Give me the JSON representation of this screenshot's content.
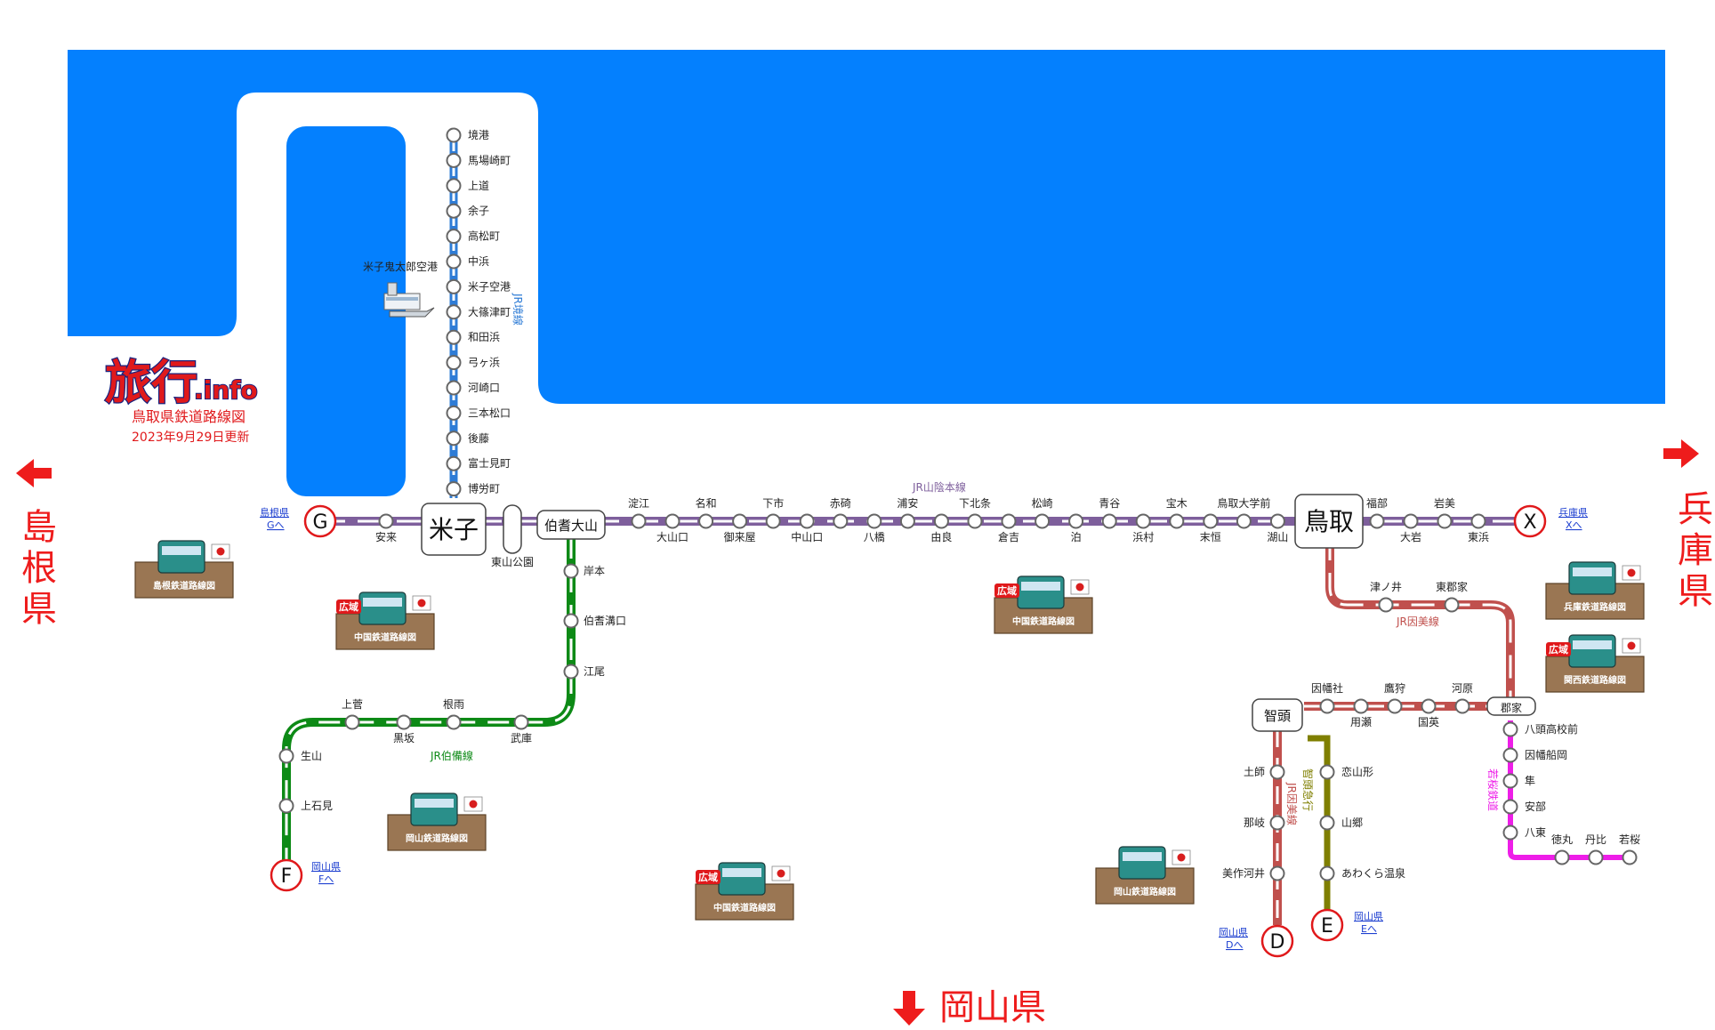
{
  "logo": {
    "main": "旅行",
    "suffix": ".info",
    "subtitle": "鳥取県鉄道路線図",
    "updated": "2023年9月29日更新"
  },
  "prefectures": {
    "west": "島根県",
    "east": "兵庫県",
    "south": "岡山県"
  },
  "lines": {
    "sanin": {
      "name": "JR山陰本線",
      "color": "#7e5f9c"
    },
    "sakai": {
      "name": "JR境線",
      "color": "#2e7cd6"
    },
    "hakubi": {
      "name": "JR伯備線",
      "color": "#0d8a16"
    },
    "inbi": {
      "name": "JR因美線",
      "color": "#c0504d"
    },
    "chizu": {
      "name": "智頭急行",
      "color": "#7f7f00"
    },
    "wakasa": {
      "name": "若桜鉄道",
      "color": "#ee1ee8"
    }
  },
  "big_stations": {
    "yonago": "米子",
    "tottori": "鳥取",
    "hokidaisen": "伯耆大山",
    "chizu": "智頭",
    "koge": "郡家"
  },
  "airport": "米子鬼太郎空港",
  "stations": {
    "sakai": [
      "境港",
      "馬場崎町",
      "上道",
      "余子",
      "高松町",
      "中浜",
      "米子空港",
      "大篠津町",
      "和田浜",
      "弓ヶ浜",
      "河崎口",
      "三本松口",
      "後藤",
      "富士見町",
      "博労町"
    ],
    "sanin_west": [
      "安来"
    ],
    "higashiyama": "東山公園",
    "sanin_main_top": [
      "淀江",
      "名和",
      "下市",
      "赤碕",
      "浦安",
      "下北条",
      "松崎",
      "青谷",
      "宝木",
      "鳥取大学前"
    ],
    "sanin_main_bottom": [
      "大山口",
      "御来屋",
      "中山口",
      "八橋",
      "由良",
      "倉吉",
      "泊",
      "浜村",
      "末恒",
      "湖山"
    ],
    "sanin_east_top": [
      "福部",
      "岩美"
    ],
    "sanin_east_bottom": [
      "大岩",
      "東浜"
    ],
    "hakubi": [
      "岸本",
      "伯耆溝口",
      "江尾",
      "武庫",
      "根雨",
      "黒坂",
      "上菅",
      "生山",
      "上石見"
    ],
    "inbi_north": [
      "津ノ井",
      "東郡家"
    ],
    "inbi_mid_top": [
      "因幡社",
      "鷹狩",
      "河原"
    ],
    "inbi_mid_bottom": [
      "用瀬",
      "国英"
    ],
    "inbi_south": [
      "土師",
      "那岐",
      "美作河井"
    ],
    "chizu": [
      "恋山形",
      "山郷",
      "あわくら温泉"
    ],
    "wakasa_vertical": [
      "八頭高校前",
      "因幡船岡",
      "隼",
      "安部",
      "八東"
    ],
    "wakasa_horizontal": [
      "徳丸",
      "丹比",
      "若桜"
    ]
  },
  "connectors": {
    "G": {
      "letter": "G",
      "pref": "島根県",
      "link": "Gへ"
    },
    "X": {
      "letter": "X",
      "pref": "兵庫県",
      "link": "Xへ"
    },
    "F": {
      "letter": "F",
      "pref": "岡山県",
      "link": "Fへ"
    },
    "D": {
      "letter": "D",
      "pref": "岡山県",
      "link": "Dへ"
    },
    "E": {
      "letter": "E",
      "pref": "岡山県",
      "link": "Eへ"
    }
  },
  "maps": {
    "shimane": "島根鉄道路線図",
    "chugoku": "中国鉄道路線図",
    "okayama": "岡山鉄道路線図",
    "hyogo": "兵庫鉄道路線図",
    "kansai": "関西鉄道路線図",
    "wide_tag": "広域"
  },
  "colors": {
    "sea": "#0480fe",
    "pref_arrow": "#ee1c1c"
  }
}
